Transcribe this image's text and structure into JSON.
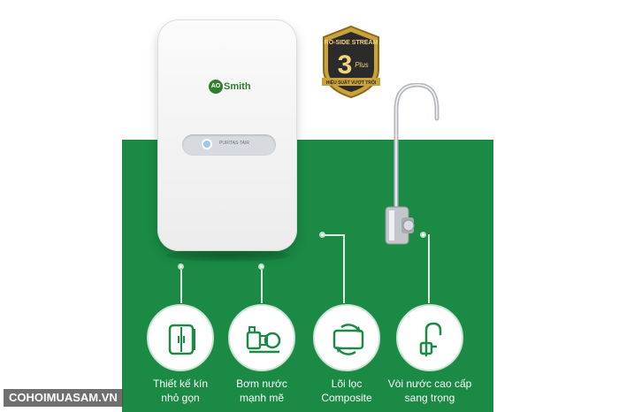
{
  "brand": {
    "logo_mark": "AO",
    "logo_text": "Smith"
  },
  "panel": {
    "line1": "PURITAS·TAIR",
    "line2": ""
  },
  "badge": {
    "arc_top": "RO-SIDE STREAM",
    "number": "3",
    "word": "Plus",
    "ribbon": "HIỆU SUẤT VƯỢT TRỘI"
  },
  "features": [
    {
      "line1": "Thiết kế kín",
      "line2": "nhỏ gọn",
      "icon": "compact-cabinet-icon"
    },
    {
      "line1": "Bơm nước",
      "line2": "mạnh mẽ",
      "icon": "pump-icon"
    },
    {
      "line1": "Lõi lọc",
      "line2": "Composite",
      "icon": "filter-rotate-icon"
    },
    {
      "line1": "Vòi nước cao cấp",
      "line2": "sang trọng",
      "icon": "faucet-icon"
    }
  ],
  "watermark": "COHOIMUASAM.VN",
  "colors": {
    "band": "#1a8a45",
    "brand_green": "#2f7d2f",
    "badge_gold": "#c9a23a"
  }
}
